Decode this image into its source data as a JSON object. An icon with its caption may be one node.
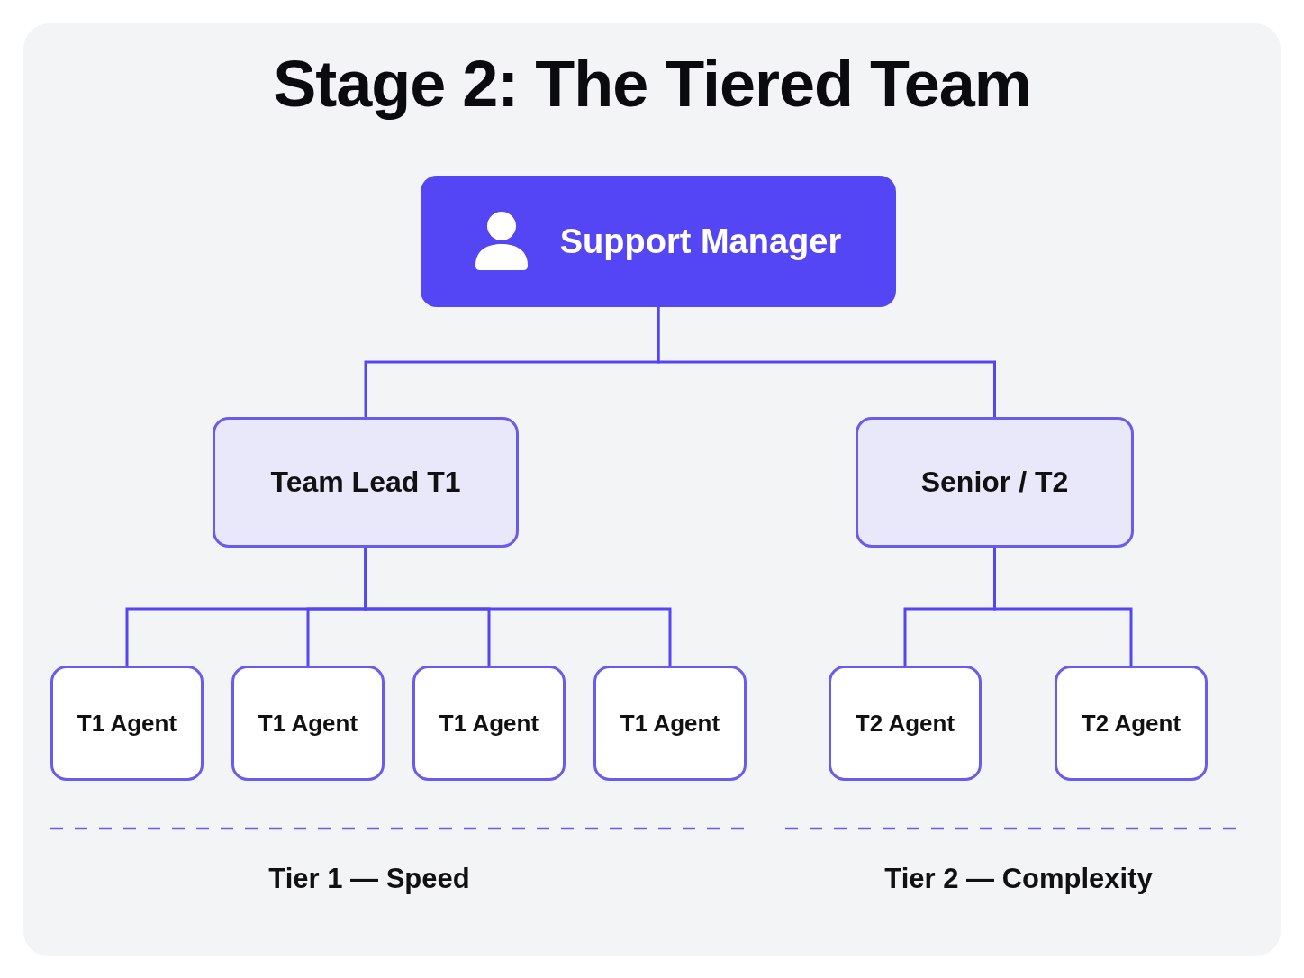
{
  "diagram": {
    "title": "Stage 2: The Tiered Team",
    "nodes": [
      {
        "text": [
          "Support Manager"
        ]
      },
      {
        "text": [
          "Team Lead T1"
        ]
      },
      {
        "text": [
          "Senior / T2"
        ]
      },
      {
        "text": [
          "T1 Agent"
        ]
      },
      {
        "text": [
          "T1 Agent"
        ]
      },
      {
        "text": [
          "T1 Agent"
        ]
      },
      {
        "text": [
          "T1 Agent"
        ]
      },
      {
        "text": [
          "T2 Agent"
        ]
      },
      {
        "text": [
          "T2 Agent"
        ]
      }
    ],
    "edges": [
      {
        "from": 0,
        "to": 1,
        "arrow": "none"
      },
      {
        "from": 0,
        "to": 2,
        "arrow": "none"
      },
      {
        "from": 1,
        "to": 3,
        "arrow": "none"
      },
      {
        "from": 1,
        "to": 4,
        "arrow": "none"
      },
      {
        "from": 1,
        "to": 5,
        "arrow": "none"
      },
      {
        "from": 1,
        "to": 6,
        "arrow": "none"
      },
      {
        "from": 2,
        "to": 7,
        "arrow": "none"
      },
      {
        "from": 2,
        "to": 8,
        "arrow": "none"
      }
    ],
    "labels": [
      "Tier 1 — Speed",
      "Tier 2 — Complexity"
    ]
  }
}
